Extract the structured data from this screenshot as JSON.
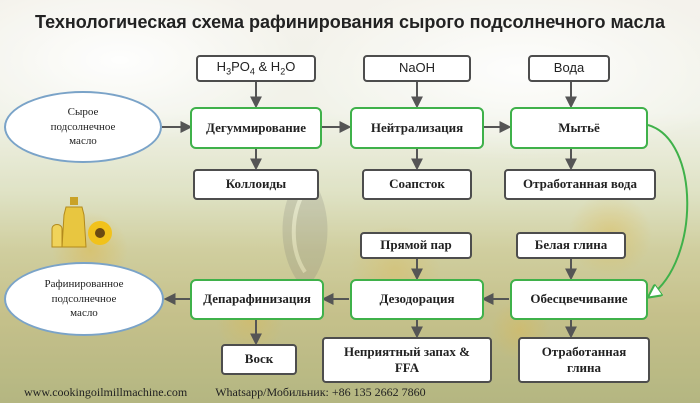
{
  "title": "Технологическая схема рафинирования сырого подсолнечного масла",
  "inputs": {
    "acid": {
      "a": "H",
      "b": "3",
      "c": "PO",
      "d": "4",
      "e": " & H",
      "f": "2",
      "g": "O"
    },
    "naoh": "NaOH",
    "water": "Вода",
    "steam": "Прямой пар",
    "clay": "Белая глина"
  },
  "ovals": {
    "raw": [
      "Сырое",
      "подсолнечное",
      "масло"
    ],
    "refined": [
      "Рафинированное",
      "подсолнечное",
      "масло"
    ]
  },
  "steps": {
    "degumming": "Дегуммирование",
    "neutralization": "Нейтрализация",
    "washing": "Мытьё",
    "bleaching": "Обесцвечивание",
    "deodorization": "Дезодорация",
    "dewaxing": "Депарафинизация"
  },
  "outputs": {
    "colloids": "Коллоиды",
    "soapstock": "Соапсток",
    "waste_water": "Отработанная вода",
    "wax": "Воск",
    "odor": [
      "Неприятный запах &",
      "FFA"
    ],
    "spent_clay": [
      "Отработанная",
      "глина"
    ]
  },
  "footer": {
    "website": "www.cookingoilmillmachine.com",
    "contact": "Whatsapp/Мобильник: +86 135 2662 7860"
  },
  "colors": {
    "step_border": "#3fb14a",
    "box_border": "#4d4d4d",
    "oval_border": "#7aa3c8",
    "arrow": "#555555",
    "loop_arrow": "#3fb14a"
  }
}
